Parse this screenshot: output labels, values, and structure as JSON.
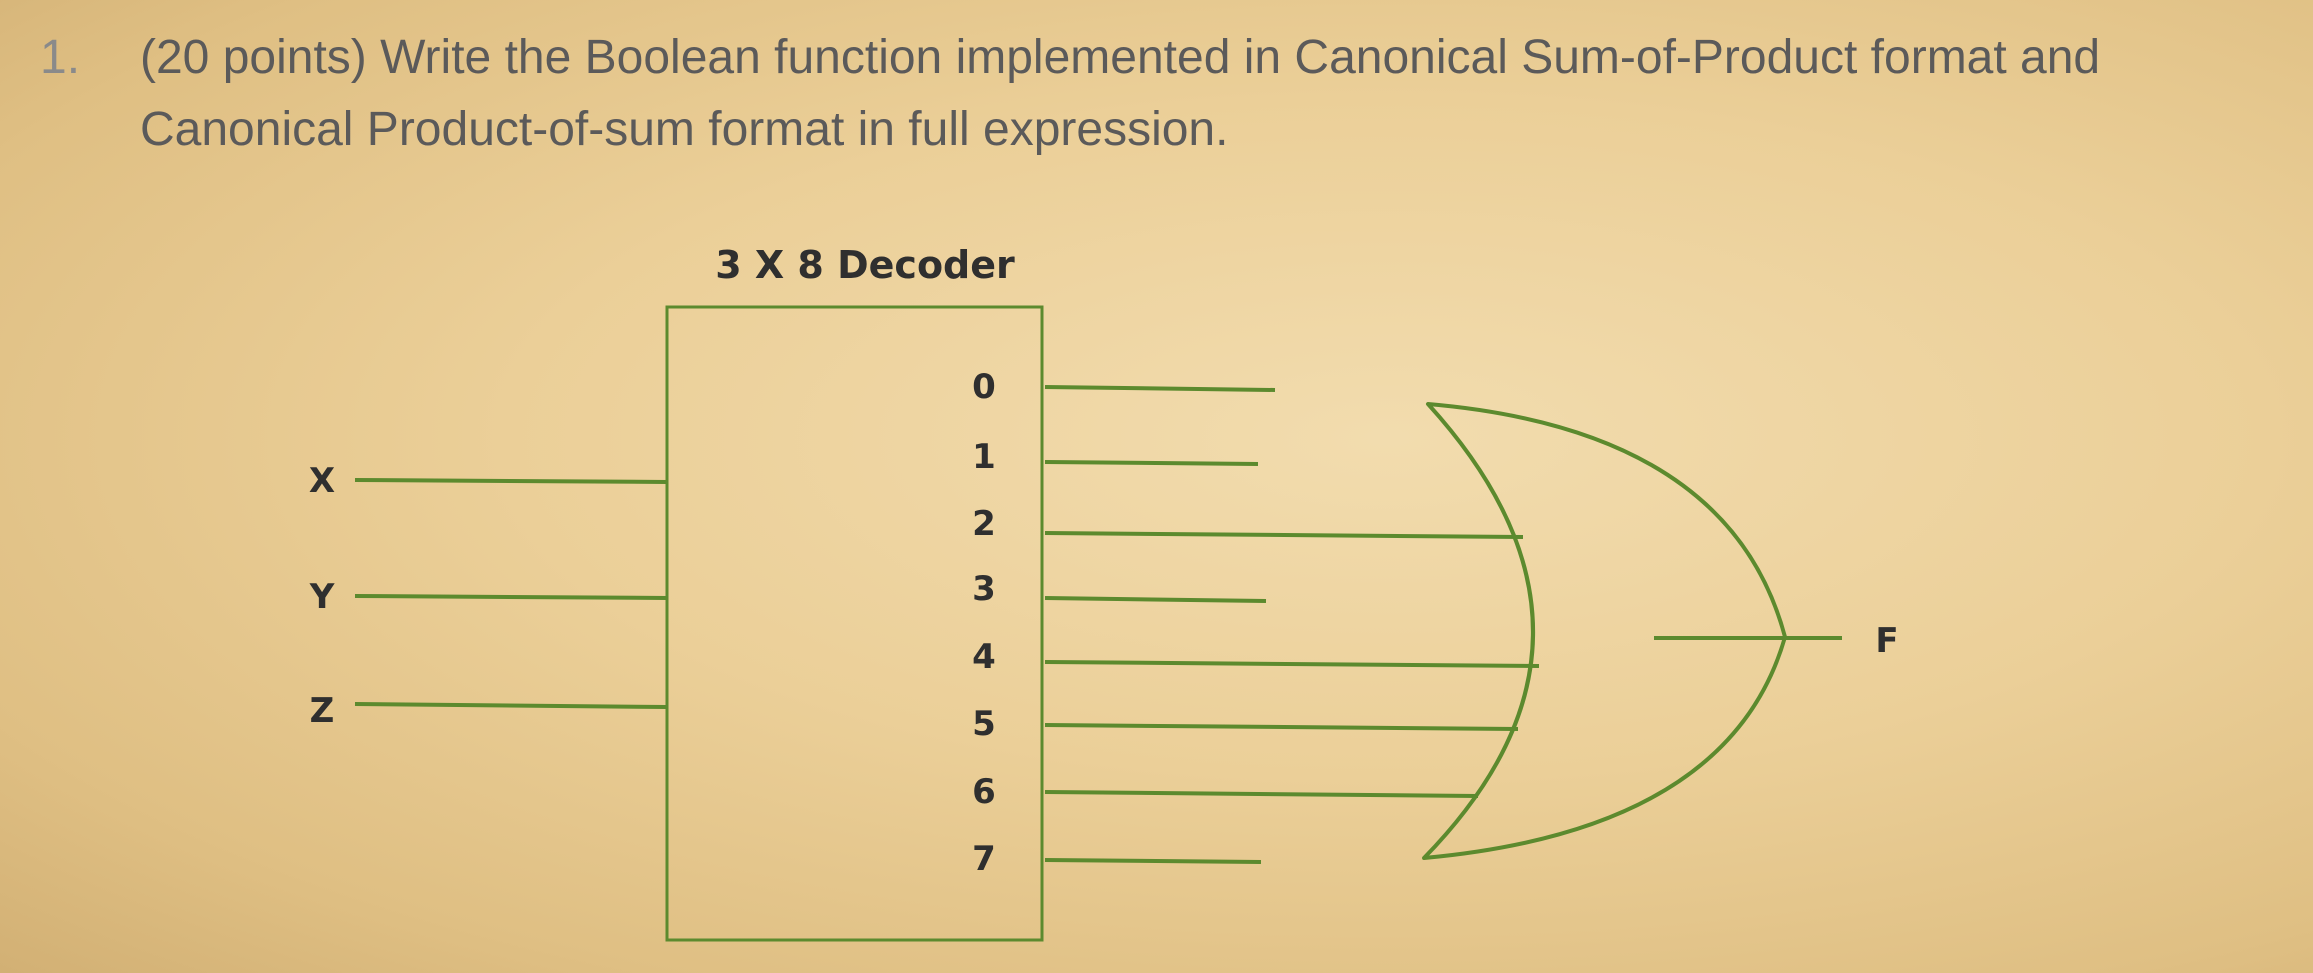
{
  "question": {
    "number": "1.",
    "line1": "(20 points) Write the Boolean function implemented in Canonical Sum-of-Product format and",
    "line2": "Canonical Product-of-sum format in full expression."
  },
  "diagram": {
    "decoder_title": "3 X 8 Decoder",
    "inputs": [
      "X",
      "Y",
      "Z"
    ],
    "outputs": [
      "0",
      "1",
      "2",
      "3",
      "4",
      "5",
      "6",
      "7"
    ],
    "connected_outputs": [
      "2",
      "4",
      "5",
      "6"
    ],
    "output_label": "F",
    "wire_color": "#5c8a2e"
  }
}
